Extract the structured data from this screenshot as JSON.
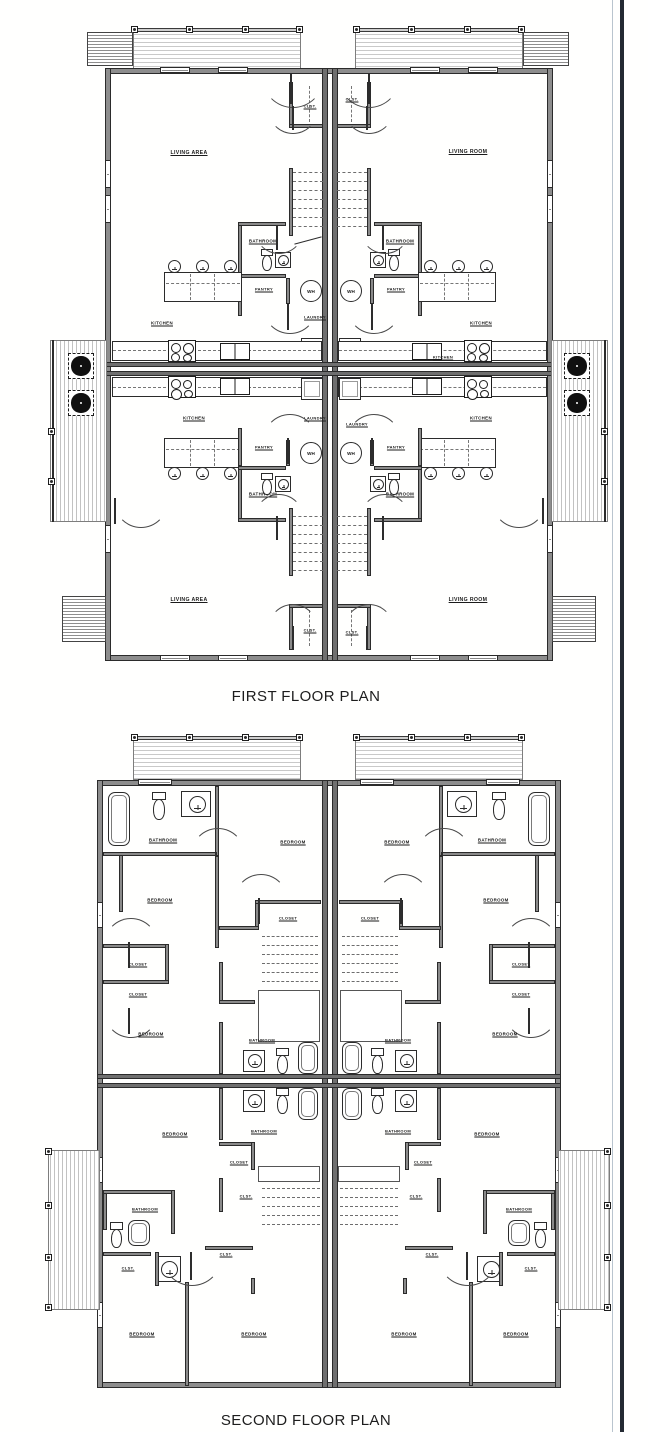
{
  "sheet": {
    "background_color": "#fffffd",
    "border_color": "#242a33",
    "line_color": "#2b2b2b",
    "wall_fill_color": "#8a8a8a"
  },
  "plans": [
    {
      "id": "first-floor",
      "title": "FIRST FLOOR PLAN",
      "units": 4,
      "description": "Symmetric four-unit first floor: two upper units and two lower units mirrored about a central party wall.",
      "rooms": [
        {
          "label": "LIVING AREA",
          "unit": "upper-left"
        },
        {
          "label": "CLST.",
          "unit": "upper-left"
        },
        {
          "label": "BATHROOM",
          "unit": "upper-left"
        },
        {
          "label": "PANTRY",
          "unit": "upper-left"
        },
        {
          "label": "KITCHEN",
          "unit": "upper-left"
        },
        {
          "label": "LAUNDRY",
          "unit": "upper-left"
        },
        {
          "label": "WH",
          "unit": "upper-left"
        },
        {
          "label": "LIVING ROOM",
          "unit": "upper-right"
        },
        {
          "label": "CLST.",
          "unit": "upper-right"
        },
        {
          "label": "BATHROOM",
          "unit": "upper-right"
        },
        {
          "label": "PANTRY",
          "unit": "upper-right"
        },
        {
          "label": "KITCHEN",
          "unit": "upper-right"
        },
        {
          "label": "LAUNDRY",
          "unit": "upper-right"
        },
        {
          "label": "WH",
          "unit": "upper-right"
        },
        {
          "label": "LIVING AREA",
          "unit": "lower-left"
        },
        {
          "label": "CLST.",
          "unit": "lower-left"
        },
        {
          "label": "BATHROOM",
          "unit": "lower-left"
        },
        {
          "label": "PANTRY",
          "unit": "lower-left"
        },
        {
          "label": "KITCHEN",
          "unit": "lower-left"
        },
        {
          "label": "LAUNDRY",
          "unit": "lower-left"
        },
        {
          "label": "WH",
          "unit": "lower-left"
        },
        {
          "label": "LIVING ROOM",
          "unit": "lower-right"
        },
        {
          "label": "CLST.",
          "unit": "lower-right"
        },
        {
          "label": "BATHROOM",
          "unit": "lower-right"
        },
        {
          "label": "PANTRY",
          "unit": "lower-right"
        },
        {
          "label": "KITCHEN",
          "unit": "lower-right"
        },
        {
          "label": "LAUNDRY",
          "unit": "lower-right"
        },
        {
          "label": "WH",
          "unit": "lower-right"
        }
      ],
      "labels": {
        "living_area": "LIVING AREA",
        "living_room": "LIVING ROOM",
        "kitchen": "KITCHEN",
        "bathroom": "BATHROOM",
        "pantry": "PANTRY",
        "laundry": "LAUNDRY",
        "closet_short": "CLST.",
        "water_heater": "WH"
      },
      "features": [
        "front entry decks with railing posts at top",
        "entry stairs at outer corners",
        "side decks with two air-conditioning condenser units each",
        "interior stairs to second floor flanking the central party wall",
        "kitchen counters with range, sink and dishwasher",
        "stacked washer and dryer in each laundry"
      ]
    },
    {
      "id": "second-floor",
      "title": "SECOND FLOOR PLAN",
      "units": 4,
      "description": "Symmetric four-unit second floor: three bedrooms and two bathrooms per unit, mirrored about the central party wall.",
      "rooms": [
        {
          "label": "BATHROOM",
          "unit": "upper-left"
        },
        {
          "label": "BEDROOM",
          "unit": "upper-left"
        },
        {
          "label": "BEDROOM",
          "unit": "upper-left"
        },
        {
          "label": "BEDROOM",
          "unit": "upper-left"
        },
        {
          "label": "CLOSET",
          "unit": "upper-left"
        },
        {
          "label": "CLOSET",
          "unit": "upper-left"
        },
        {
          "label": "CLOSET",
          "unit": "upper-left"
        },
        {
          "label": "BATHROOM",
          "unit": "upper-left"
        },
        {
          "label": "BATHROOM",
          "unit": "upper-right"
        },
        {
          "label": "BEDROOM",
          "unit": "upper-right"
        },
        {
          "label": "BEDROOM",
          "unit": "upper-right"
        },
        {
          "label": "BEDROOM",
          "unit": "upper-right"
        },
        {
          "label": "CLOSET",
          "unit": "upper-right"
        },
        {
          "label": "CLOSET",
          "unit": "upper-right"
        },
        {
          "label": "CLOSET",
          "unit": "upper-right"
        },
        {
          "label": "BATHROOM",
          "unit": "upper-right"
        },
        {
          "label": "BEDROOM",
          "unit": "lower-left"
        },
        {
          "label": "BEDROOM",
          "unit": "lower-left"
        },
        {
          "label": "BEDROOM",
          "unit": "lower-left"
        },
        {
          "label": "BATHROOM",
          "unit": "lower-left"
        },
        {
          "label": "BATHROOM",
          "unit": "lower-left"
        },
        {
          "label": "CLOSET",
          "unit": "lower-left"
        },
        {
          "label": "CLST.",
          "unit": "lower-left"
        },
        {
          "label": "CLST.",
          "unit": "lower-left"
        },
        {
          "label": "BEDROOM",
          "unit": "lower-right"
        },
        {
          "label": "BEDROOM",
          "unit": "lower-right"
        },
        {
          "label": "BEDROOM",
          "unit": "lower-right"
        },
        {
          "label": "BATHROOM",
          "unit": "lower-right"
        },
        {
          "label": "BATHROOM",
          "unit": "lower-right"
        },
        {
          "label": "CLOSET",
          "unit": "lower-right"
        },
        {
          "label": "CLST.",
          "unit": "lower-right"
        },
        {
          "label": "CLST.",
          "unit": "lower-right"
        }
      ],
      "labels": {
        "bedroom": "BEDROOM",
        "bathroom": "BATHROOM",
        "closet": "CLOSET",
        "closet_short": "CLST."
      },
      "features": [
        "upper balconies with railing posts over the first floor entry decks",
        "lower side balconies with vertical decking",
        "bathtubs, toilets and lavatories in each bathroom",
        "central stairs landing down to first floor"
      ]
    }
  ]
}
